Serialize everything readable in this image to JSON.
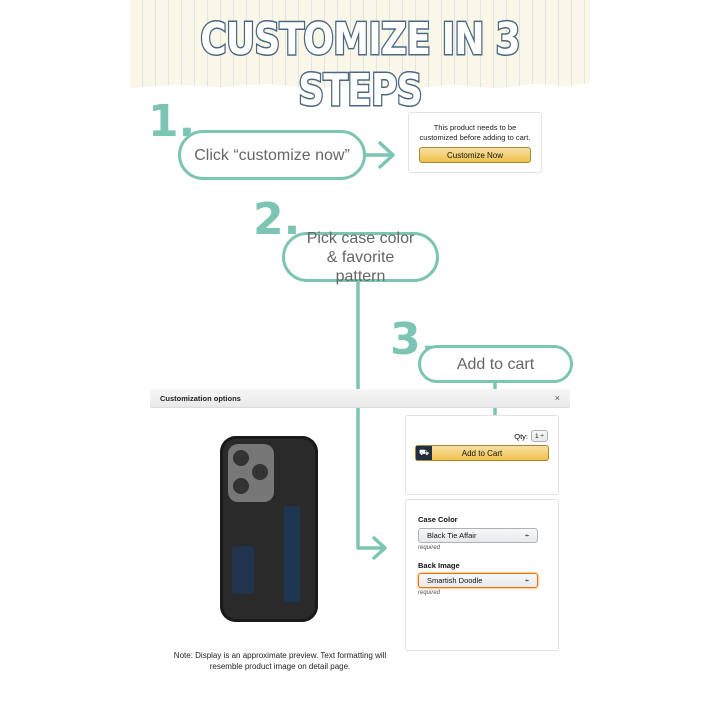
{
  "title": "CUSTOMIZE IN 3 STEPS",
  "steps": [
    {
      "number": "1.",
      "text": "Click “customize now”"
    },
    {
      "number": "2.",
      "text": "Pick case color & favorite pattern"
    },
    {
      "number": "3.",
      "text": "Add to cart"
    }
  ],
  "notice": {
    "text": "This product needs to be customized before adding to cart.",
    "button": "Customize Now"
  },
  "dialog": {
    "title": "Customization options",
    "close": "×",
    "qty_label": "Qty:",
    "qty_value": "1 ÷",
    "add_to_cart": "Add to Cart",
    "case_color_label": "Case Color",
    "case_color_value": "Black Tie Affair",
    "back_image_label": "Back Image",
    "back_image_value": "Smartish Doodle",
    "required": "required",
    "select_arrow": "÷",
    "note": "Note: Display is an approximate preview. Text formatting will resemble product image on detail page."
  },
  "colors": {
    "accent": "#7cc4b3",
    "title_stroke": "#4a6783",
    "button": "#f0c14b"
  }
}
